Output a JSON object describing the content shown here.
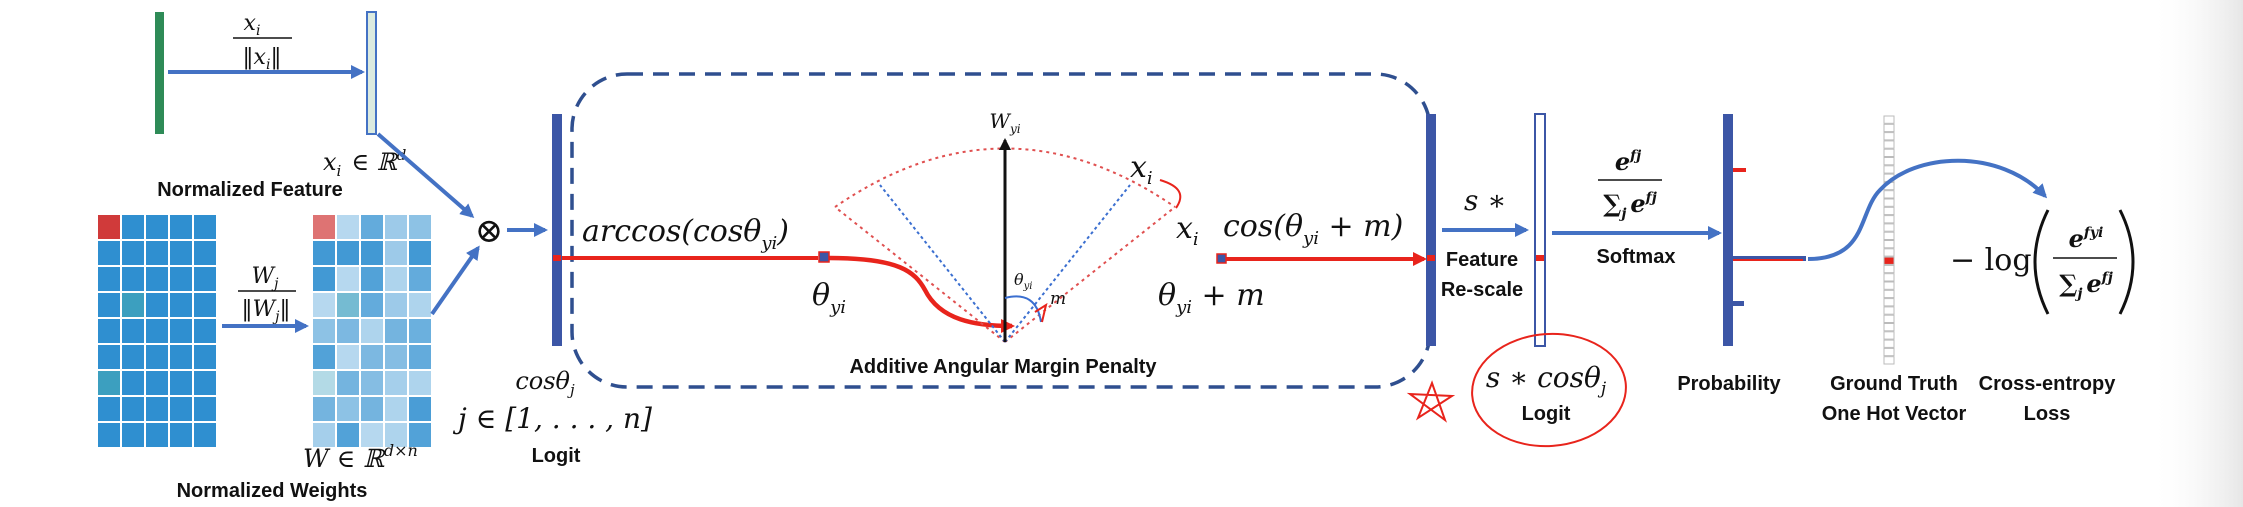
{
  "colors": {
    "blue_bar": "#3c56a6",
    "arrow_blue": "#4472c4",
    "red": "#e8241c",
    "dashed_box": "#2f4f8f",
    "dotted_red": "#e05050",
    "dotted_blue": "#3b6fd0"
  },
  "feature": {
    "top_frac_num": "x",
    "top_frac_num_sub": "i",
    "top_frac_den": "‖x",
    "top_frac_den_sub": "i",
    "top_frac_den_tail": "‖",
    "xi_label": "x",
    "xi_sub": "i",
    "xi_in": "∈ ℝ",
    "xi_sup": "d",
    "caption": "Normalized Feature"
  },
  "weights": {
    "frac_num": "W",
    "frac_num_sub": "j",
    "frac_den": "‖W",
    "frac_den_sub": "j",
    "frac_den_tail": "‖",
    "w_label": "W ∈ ℝ",
    "w_sup": "d×n",
    "caption": "Normalized Weights"
  },
  "tensor_product_symbol": "⊗",
  "logit_left": {
    "cos_label": "cosθ",
    "cos_sub": "j",
    "index_label": "j ∈ [1, . . . , n]",
    "caption": "Logit"
  },
  "margin_box": {
    "arccos_label": "arccos(cosθ",
    "arccos_sub": "yi",
    "arccos_tail": ")",
    "theta_label": "θ",
    "theta_sub": "yi",
    "w_top": "W",
    "w_top_sub": "yi",
    "xi_top": "x",
    "xi_top_sub": "i",
    "xi_right": "x",
    "xi_right_sub": "i",
    "theta_small": "θ",
    "theta_small_sub": "yi",
    "m_label": "m",
    "theta_plus_m": "θ",
    "theta_plus_m_sub": "yi",
    "theta_plus_m_tail": " + m",
    "cos_label": "cos(θ",
    "cos_sub": "yi",
    "cos_tail": " + m)",
    "caption": "Additive Angular Margin Penalty"
  },
  "rescale": {
    "s_label": "s ∗",
    "caption_line1": "Feature",
    "caption_line2": "Re-scale",
    "logit_formula": "s ∗ cosθ",
    "logit_formula_sub": "j",
    "logit_caption": "Logit"
  },
  "softmax": {
    "num": "e",
    "num_sup": "fj",
    "den": "∑",
    "den_sub": "j",
    "den_tail": "e",
    "den_tail_sup": "fj",
    "caption": "Softmax"
  },
  "probability": {
    "caption": "Probability"
  },
  "ground_truth": {
    "caption_line1": "Ground Truth",
    "caption_line2": "One Hot Vector"
  },
  "loss": {
    "prefix": "− log",
    "num": "e",
    "num_sup": "fyi",
    "den": "∑",
    "den_sub": "j",
    "den_tail": "e",
    "den_tail_sup": "fj",
    "caption_line1": "Cross-entropy",
    "caption_line2": "Loss"
  }
}
